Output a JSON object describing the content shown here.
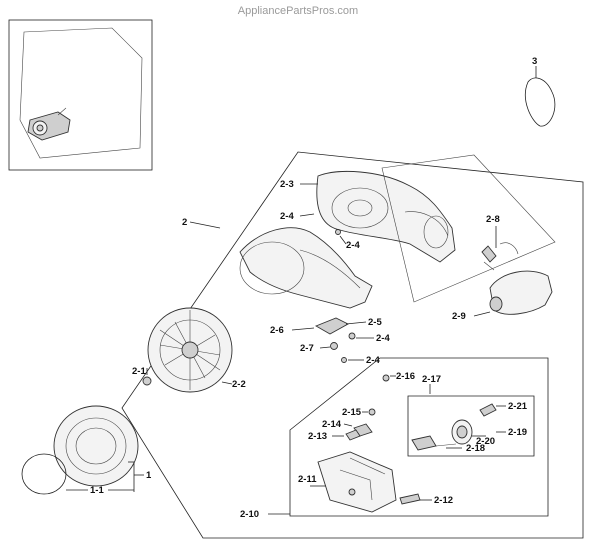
{
  "watermark": "AppliancePartsPros.com",
  "labels": {
    "l3": "3",
    "l2": "2",
    "l2_3": "2-3",
    "l2_4a": "2-4",
    "l2_4b": "2-4",
    "l2_4c": "2-4",
    "l2_4d": "2-4",
    "l2_8": "2-8",
    "l2_9": "2-9",
    "l2_6": "2-6",
    "l2_5": "2-5",
    "l2_7": "2-7",
    "l2_1": "2-1",
    "l2_2": "2-2",
    "l2_16": "2-16",
    "l2_17": "2-17",
    "l2_21": "2-21",
    "l2_15": "2-15",
    "l2_14": "2-14",
    "l2_13": "2-13",
    "l2_20": "2-20",
    "l2_19": "2-19",
    "l2_18": "2-18",
    "l1": "1",
    "l1_1": "1-1",
    "l2_11": "2-11",
    "l2_12": "2-12",
    "l2_10": "2-10"
  }
}
